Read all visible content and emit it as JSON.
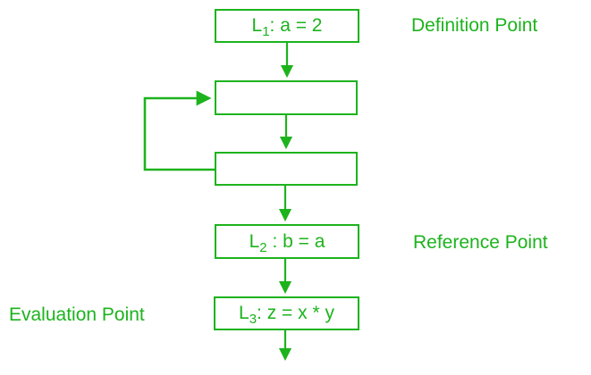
{
  "colors": {
    "green": "#1db31d",
    "background": "#ffffff"
  },
  "nodes": [
    {
      "name": "definition-statement",
      "base": "L",
      "sub": "1",
      "rest": ": a = 2"
    },
    {
      "name": "empty-block-1",
      "base": "",
      "sub": "",
      "rest": ""
    },
    {
      "name": "empty-block-2",
      "base": "",
      "sub": "",
      "rest": ""
    },
    {
      "name": "reference-statement",
      "base": "L",
      "sub": "2",
      "rest": " : b = a"
    },
    {
      "name": "evaluation-statement",
      "base": "L",
      "sub": "3",
      "rest": ": z = x * y"
    }
  ],
  "labels": {
    "definition": "Definition Point",
    "reference": "Reference Point",
    "evaluation": "Evaluation Point"
  }
}
